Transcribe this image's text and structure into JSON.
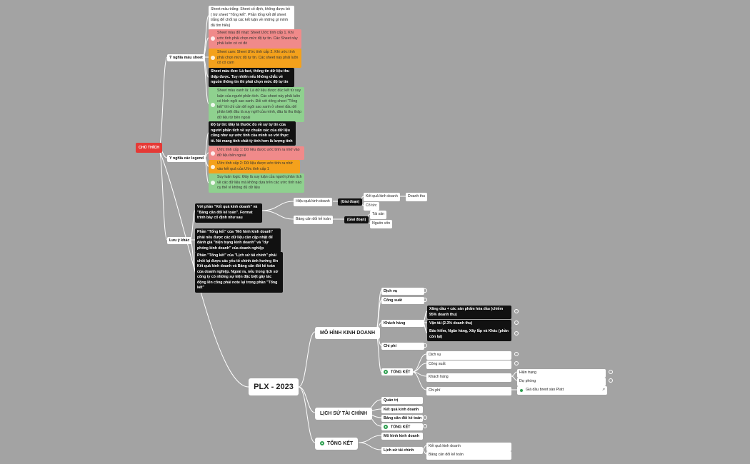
{
  "root": "PLX - 2023",
  "legend": {
    "label": "CHÚ THÍCH",
    "sheet_meaning": {
      "label": "Ý nghĩa màu sheet",
      "items": [
        "Sheet màu trắng: Sheet cố định, không được bỏ ( trừ sheet \"Tổng kết\". Phần tổng kết để sheet trắng để chốt lại các kết luận về những gì mình đã tìm hiểu)",
        "Sheet màu đỏ nhạt: Sheet Ước tính cấp 1. Khi ước tính phải chọn mức độ tự tin. Các Sheet này phải luôn có có đó",
        "Sheet cam: Sheet Ước tính cấp 2. Khi ước tính phải chọn mức độ tự tin. Các sheet này phải luôn có có cam",
        "Sheet màu đen: Là fact, thông tin dữ liệu thu thập được. Tuy nhiên nếu không chắc về nguồn thông tin thì phải chọn mức độ tự tin",
        "Sheet màu xanh lá: Là dữ liệu được đúc kết từ suy luận của người phân tích. Các sheet này phải luôn có hình ngôi sao xanh. Đối với riêng sheet \"Tổng kết\" thì chỉ cần để ngôi sao xanh ở sheet đầu để phân biệt đâu là suy nghĩ của mình, đâu là thu thập dữ liệu từ bên ngoài"
      ]
    },
    "legend_meaning": {
      "label": "Ý nghĩa các legend",
      "items": [
        "Độ tự tin: Đây là thước đo về sự tự tin của người phân tích về sự chuẩn xác của dữ liệu cũng như sự ước tính của mình so với thực tế. Nó mang tính chất tỷ tính hơn là lượng tính",
        "Ước tính cấp 1: Dữ liệu được ước tính ra nhờ vào dữ liệu bên ngoài",
        "Ước tính cấp 2: Dữ liệu được ước tính ra nhờ vào kết quả của Ước tính cấp 1",
        "Suy luận logic: Đây là suy luận của người phân tích về các dữ liệu mà không dựa trên các ước tính nào cụ thể vì không đủ dữ liệu"
      ]
    },
    "notes": {
      "label": "Lưu ý khác",
      "format_note": "Với phần \"Kết quả kinh doanh\" và \"Bảng cân đối kế toán\". Format trình bày cố định như sau",
      "business_result": "Hiệu quả kinh doanh",
      "balance_sheet": "Bảng cân đối kế toán",
      "phase": "(Giai đoạn)",
      "phase2": "(Giai đoạn)",
      "kqkd": "Kết quả kinh doanh",
      "revenue": "Doanh thu",
      "dividend": "Cổ tức",
      "assets": "Tài sản",
      "capital": "Nguồn vốn",
      "note2": "Phần \"Tổng kết\" của \"Mô hình kinh doanh\" phải nêu được các dữ liệu cần cập nhật để đánh giá \"hiện trạng kinh doanh\" và \"dự phóng kinh doanh\" của doanh nghiệp",
      "note3": "Phần \"Tổng kết\" của \"Lịch sử tài chính\" phải chốt lại được các yếu tố chính ảnh hưởng lên Kết quả kinh doanh và Bảng cân đối kế toán của doanh nghiệp. Ngoài ra, nếu trong lịch sử công ty có những sự kiện đặc biệt gây tác động lên công phải note lại trong phần \"Tổng kết\""
    }
  },
  "business_model": {
    "label": "MÔ HÌNH KINH DOANH",
    "services": "Dịch vụ",
    "capacity": "Công suất",
    "customers": "Khách hàng",
    "cust_items": [
      "Xăng dầu + các sản phẩm hóa dầu (chiếm 95% doanh thu)",
      "Vận tải (2.3% doanh thu)",
      "Bảo hiểm, Ngân hàng, Xây lắp và Khác (phần còn lại)"
    ],
    "costs": "Chi phí",
    "summary": "TỔNG KẾT",
    "summary_items": {
      "services": "Dịch vụ",
      "capacity": "Công suất",
      "customers": "Khách hàng",
      "current": "Hiện trạng",
      "forecast": "Dự phóng",
      "costs": "Chi phí",
      "brent": "Giá dầu brent sàn Platt"
    }
  },
  "fin_history": {
    "label": "LỊCH SỬ TÀI CHÍNH",
    "items": [
      "Quản trị",
      "Kết quả kinh doanh",
      "Bảng cân đối kế toán",
      "TỔNG KẾT"
    ]
  },
  "summary": {
    "label": "TỔNG KẾT",
    "business_model": "Mô hình kinh doanh",
    "fin_history": "Lịch sử tài chính",
    "sub": [
      "Kết quả kinh doanh",
      "Bảng cân đối kế toán"
    ]
  },
  "colors": {
    "background": "#a3a3a3",
    "legend_red": "#e53935",
    "orange": "#f4a11c",
    "green": "#8fd18f",
    "salmon": "#f08a8a"
  }
}
